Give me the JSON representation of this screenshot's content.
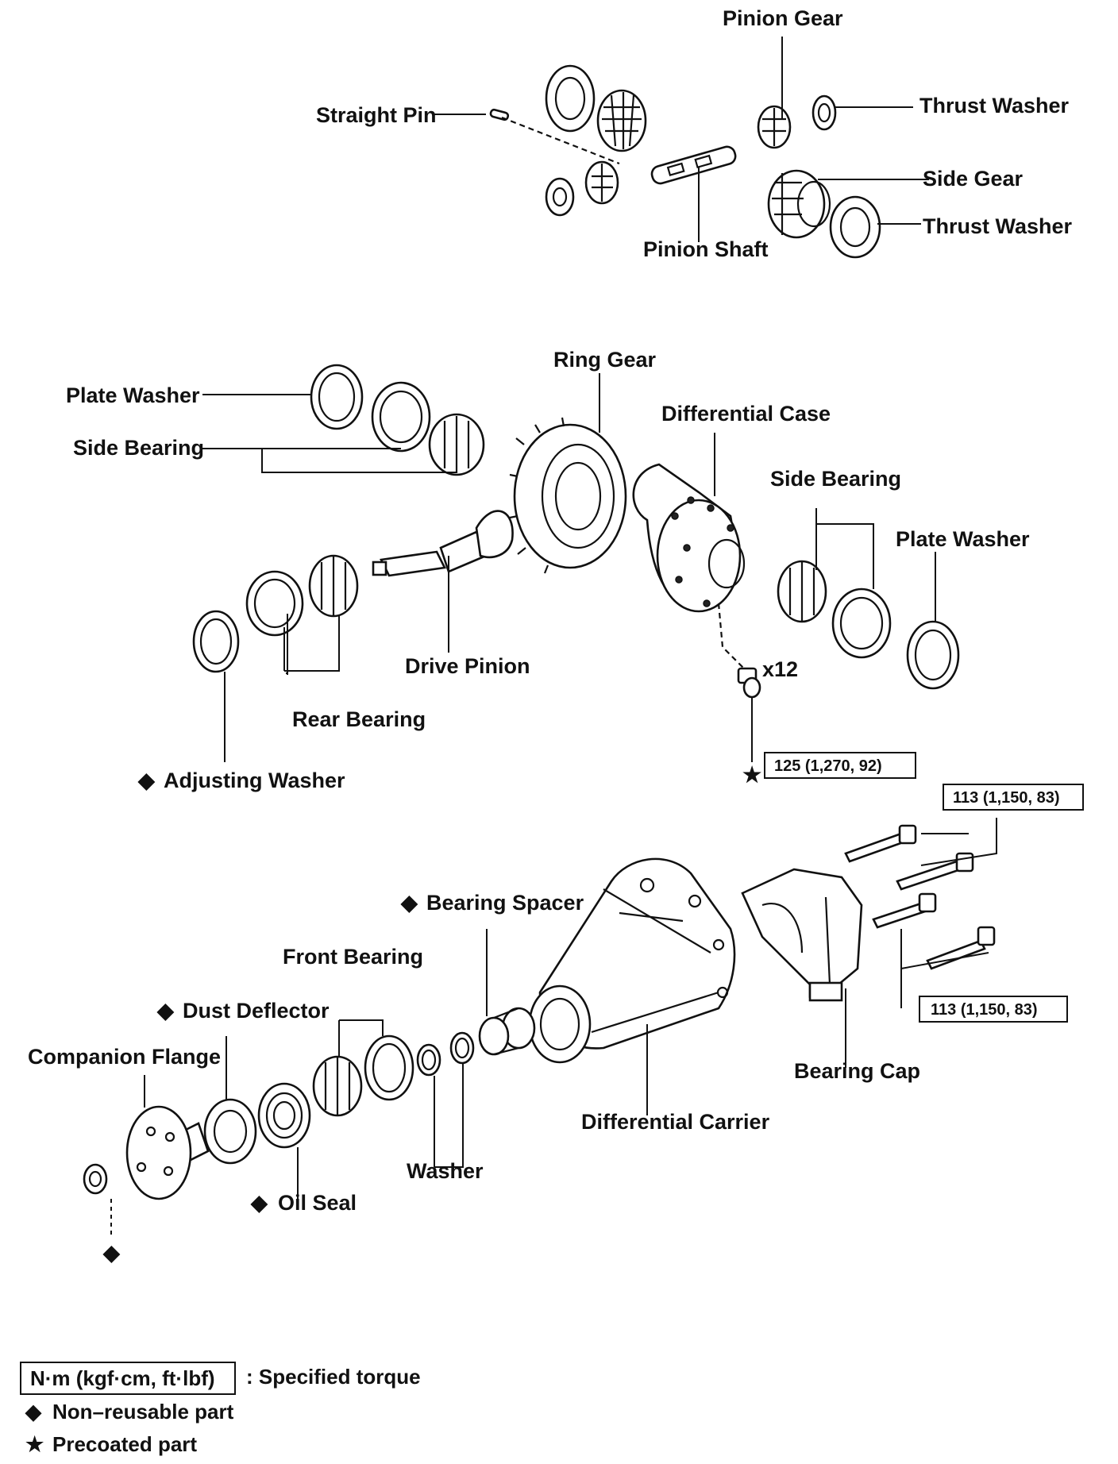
{
  "labels": {
    "pinion_gear": "Pinion Gear",
    "straight_pin": "Straight Pin",
    "thrust_washer_top": "Thrust Washer",
    "side_gear": "Side Gear",
    "thrust_washer_bottom": "Thrust Washer",
    "pinion_shaft": "Pinion Shaft",
    "ring_gear": "Ring Gear",
    "plate_washer_left": "Plate Washer",
    "side_bearing_left": "Side Bearing",
    "differential_case": "Differential Case",
    "side_bearing_right": "Side Bearing",
    "plate_washer_right": "Plate Washer",
    "drive_pinion": "Drive Pinion",
    "rear_bearing": "Rear Bearing",
    "adjusting_washer": "Adjusting Washer",
    "bolt_count": "x12",
    "bearing_spacer": "Bearing Spacer",
    "front_bearing": "Front Bearing",
    "dust_deflector": "Dust Deflector",
    "companion_flange": "Companion Flange",
    "oil_seal": "Oil Seal",
    "washer": "Washer",
    "differential_carrier": "Differential Carrier",
    "bearing_cap": "Bearing Cap"
  },
  "torque": {
    "ring_gear_bolts": "125 (1,270, 92)",
    "bearing_cap_bolts_upper": "113 (1,150, 83)",
    "bearing_cap_bolts_lower": "113 (1,150, 83)"
  },
  "legend": {
    "torque_unit": "N·m (kgf·cm, ft·lbf)",
    "torque_desc": ": Specified torque",
    "non_reusable": "Non–reusable part",
    "precoated": "Precoated part"
  },
  "symbols": {
    "non_reusable": "◆",
    "precoated": "★"
  }
}
